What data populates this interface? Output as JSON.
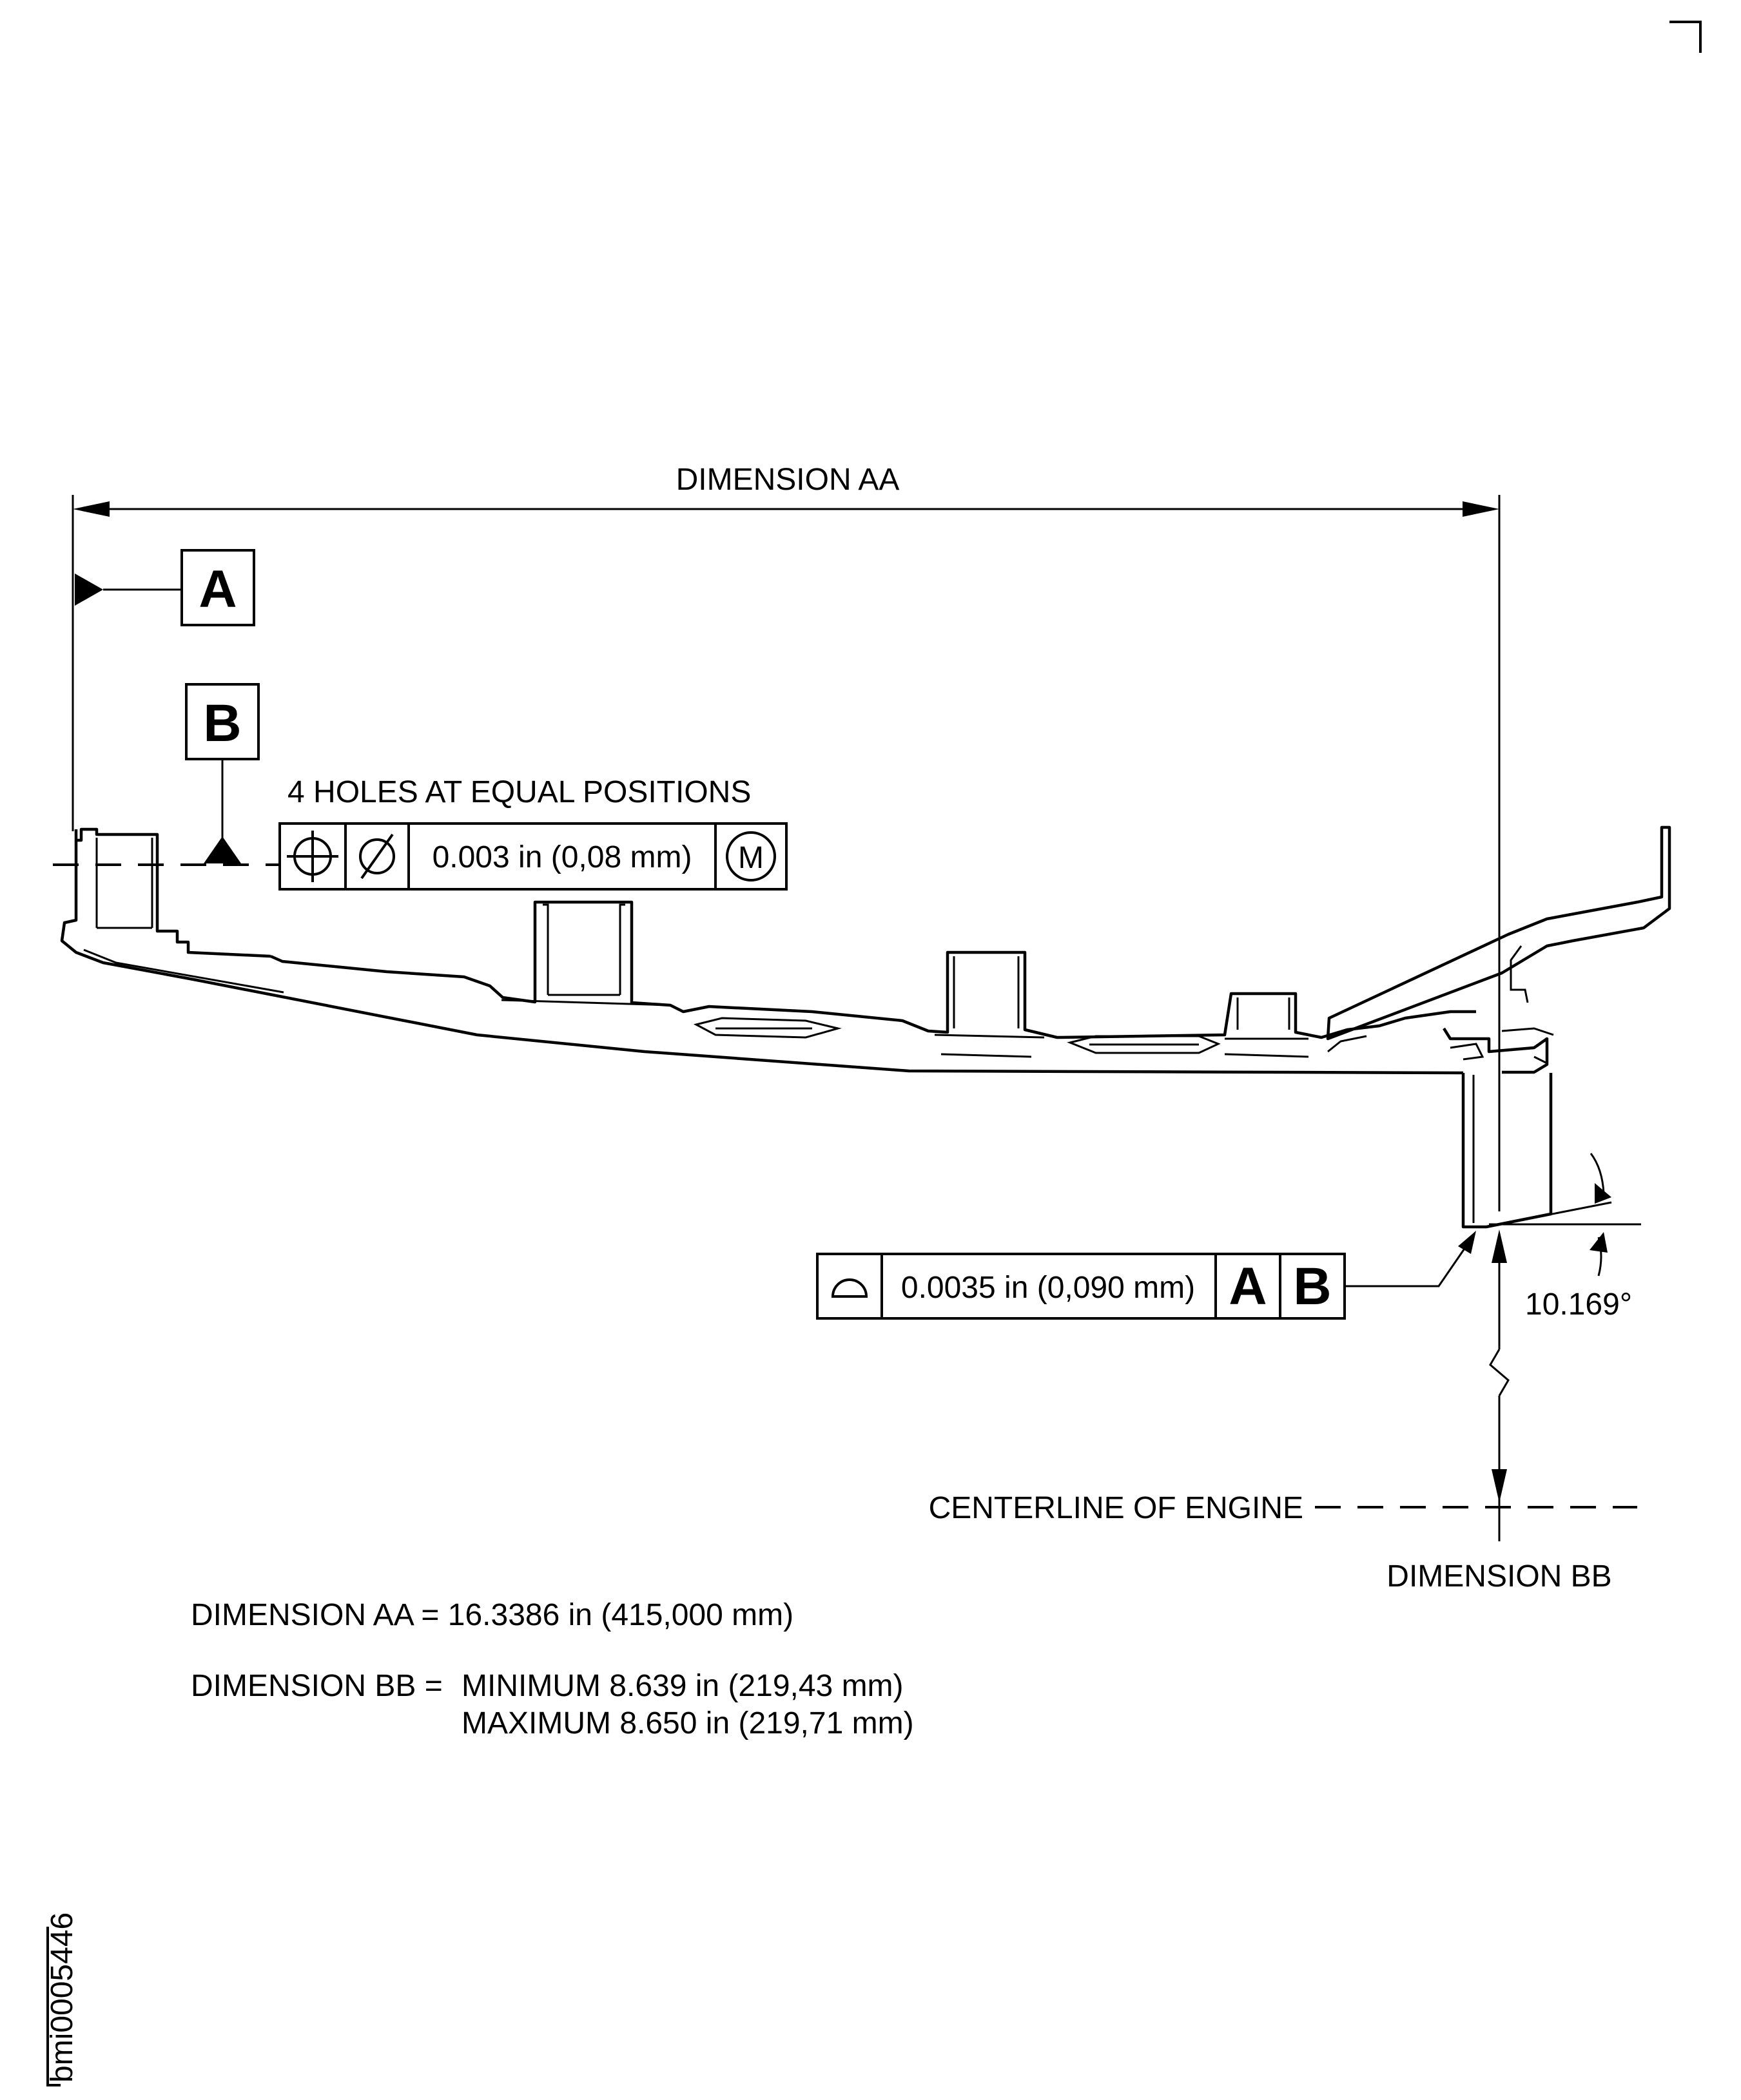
{
  "dimension_aa_label": "DIMENSION AA",
  "dimension_bb_label": "DIMENSION BB",
  "datum_a": "A",
  "datum_b": "B",
  "holes_note": "4 HOLES AT EQUAL POSITIONS",
  "position_fcf": {
    "symbol_position": "position-icon",
    "symbol_diameter": "diameter-icon",
    "tolerance": "0.003 in (0,08 mm)",
    "modifier": "M"
  },
  "profile_fcf": {
    "symbol_profile": "profile-of-surface-icon",
    "tolerance": "0.0035 in (0,090 mm)",
    "datum_1": "A",
    "datum_2": "B"
  },
  "angle": "10.169°",
  "centerline_label": "CENTERLINE OF ENGINE",
  "notes": {
    "aa_value": "DIMENSION AA = 16.3386 in (415,000 mm)",
    "bb_prefix": "DIMENSION BB =",
    "bb_min": "MINIMUM 8.639 in (219,43 mm)",
    "bb_max": "MAXIMUM 8.650 in (219,71 mm)"
  },
  "figure_id": "bmi0005446"
}
